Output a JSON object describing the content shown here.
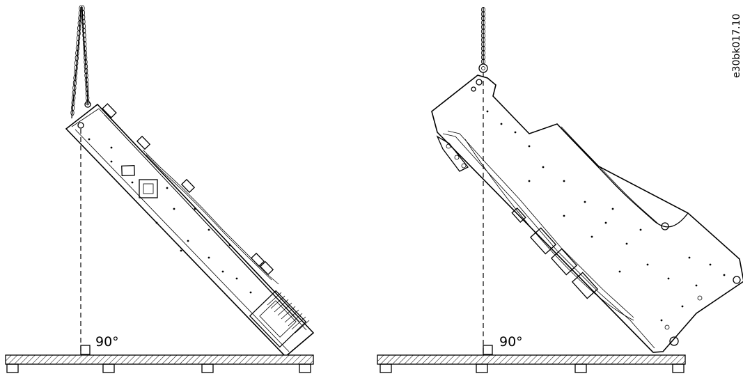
{
  "figure": {
    "code": "e30bk017.10",
    "panels": [
      {
        "angle_label": "90°"
      },
      {
        "angle_label": "90°"
      }
    ]
  }
}
